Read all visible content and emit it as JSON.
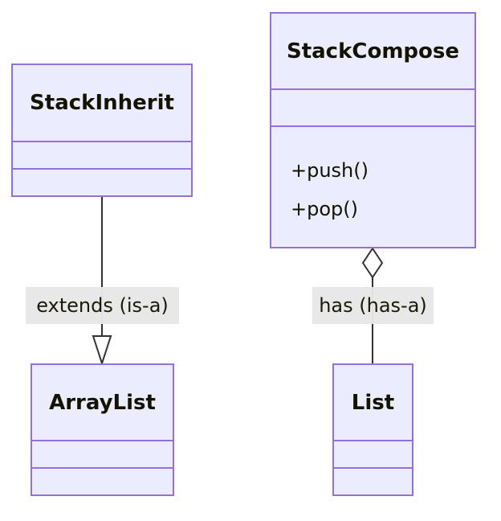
{
  "classes": {
    "stack_inherit": {
      "name": "StackInherit",
      "attributes": [],
      "methods": []
    },
    "stack_compose": {
      "name": "StackCompose",
      "attributes": [],
      "methods": [
        "+push()",
        "+pop()"
      ]
    },
    "array_list": {
      "name": "ArrayList",
      "attributes": [],
      "methods": []
    },
    "list": {
      "name": "List",
      "attributes": [],
      "methods": []
    }
  },
  "relations": [
    {
      "from": "StackInherit",
      "to": "ArrayList",
      "type": "inheritance",
      "label": "extends (is-a)"
    },
    {
      "from": "StackCompose",
      "to": "List",
      "type": "aggregation",
      "label": "has (has-a)"
    }
  ],
  "colors": {
    "node_fill": "#ececff",
    "node_stroke": "#9370db",
    "edge": "#333333",
    "label_bg": "#e8e8e8",
    "text": "#131300"
  }
}
